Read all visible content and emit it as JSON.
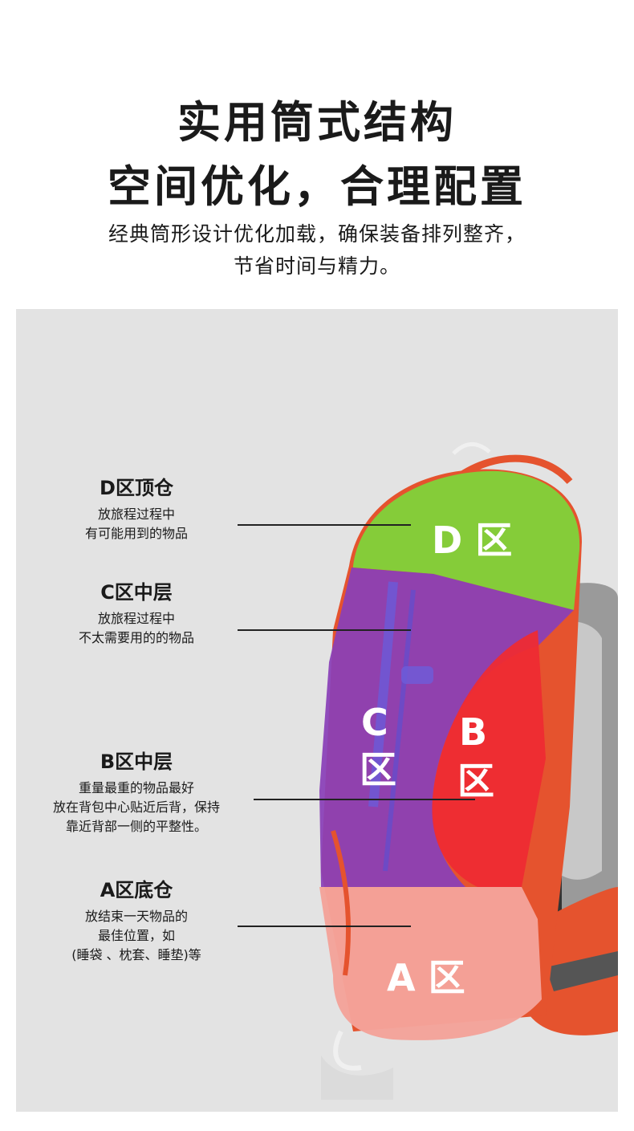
{
  "heading": {
    "line1": "实用筒式结构",
    "line2": "空间优化，合理配置"
  },
  "subtitle": {
    "line1": "经典筒形设计优化加载，确保装备排列整齐，",
    "line2": "节省时间与精力。"
  },
  "zones": [
    {
      "title": "D区顶仓",
      "desc": [
        "放旅程过程中",
        "有可能用到的物品"
      ],
      "overlay": "D 区"
    },
    {
      "title": "C区中层",
      "desc": [
        "放旅程过程中",
        "不太需要用的的物品"
      ],
      "overlay_top": "C",
      "overlay_bottom": "区"
    },
    {
      "title": "B区中层",
      "desc": [
        "重量最重的物品最好",
        "放在背包中心贴近后背，保持",
        "靠近背部一侧的平整性。"
      ],
      "overlay_top": "B",
      "overlay_bottom": "区"
    },
    {
      "title": "A区底仓",
      "desc": [
        "放结束一天物品的",
        "最佳位置，如",
        "(睡袋 、枕套、睡垫)等"
      ],
      "overlay": "A 区"
    }
  ],
  "colors": {
    "zone_d": "#7fd33a",
    "zone_c": "#8a3fb8",
    "zone_b": "#ee2b33",
    "zone_a": "#f4a39a",
    "pack_orange": "#e5532e",
    "panel_bg": "#e3e3e3"
  }
}
